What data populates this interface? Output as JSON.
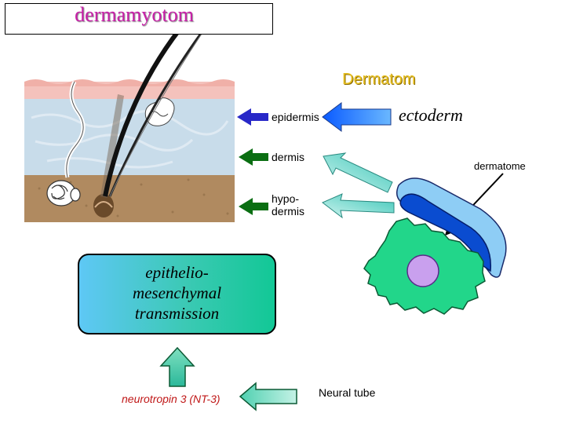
{
  "title": "dermamyotom",
  "labels": {
    "dermatom": "Dermatom",
    "ectoderm": "ectoderm",
    "epidermis": "epidermis",
    "dermis": "dermis",
    "hypodermis_line1": "hypo-",
    "hypodermis_line2": "dermis",
    "dermatome": "dermatome",
    "emt_line1": "epithelio-",
    "emt_line2": "mesenchymal",
    "emt_line3": "transmission",
    "nt3": "neurotropin 3 (NT-3)",
    "neural_tube": "Neural tube"
  },
  "colors": {
    "title": "#c81ea8",
    "dermatom": "#e8c020",
    "epidermis_arrow": "#2828c8",
    "dermis_arrow": "#0a6e12",
    "ectoderm_arrow": "#1e7aff",
    "teal_arrow": "#3cc6b8",
    "nt3_text": "#c01818"
  }
}
